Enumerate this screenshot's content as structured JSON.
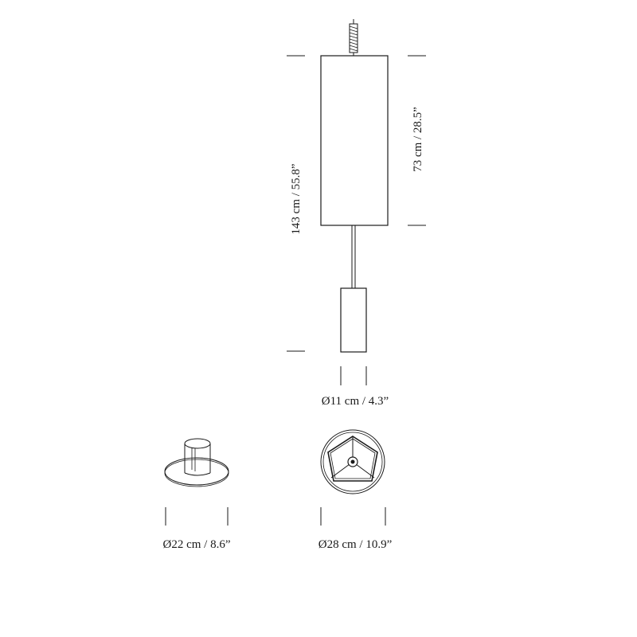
{
  "dimensions": {
    "total_height": "143 cm / 55.8”",
    "shade_height": "73 cm / 28.5”",
    "base_diameter": "Ø11 cm / 4.3”",
    "foot_diameter": "Ø22 cm / 8.6”",
    "shade_diameter": "Ø28 cm / 10.9”"
  }
}
